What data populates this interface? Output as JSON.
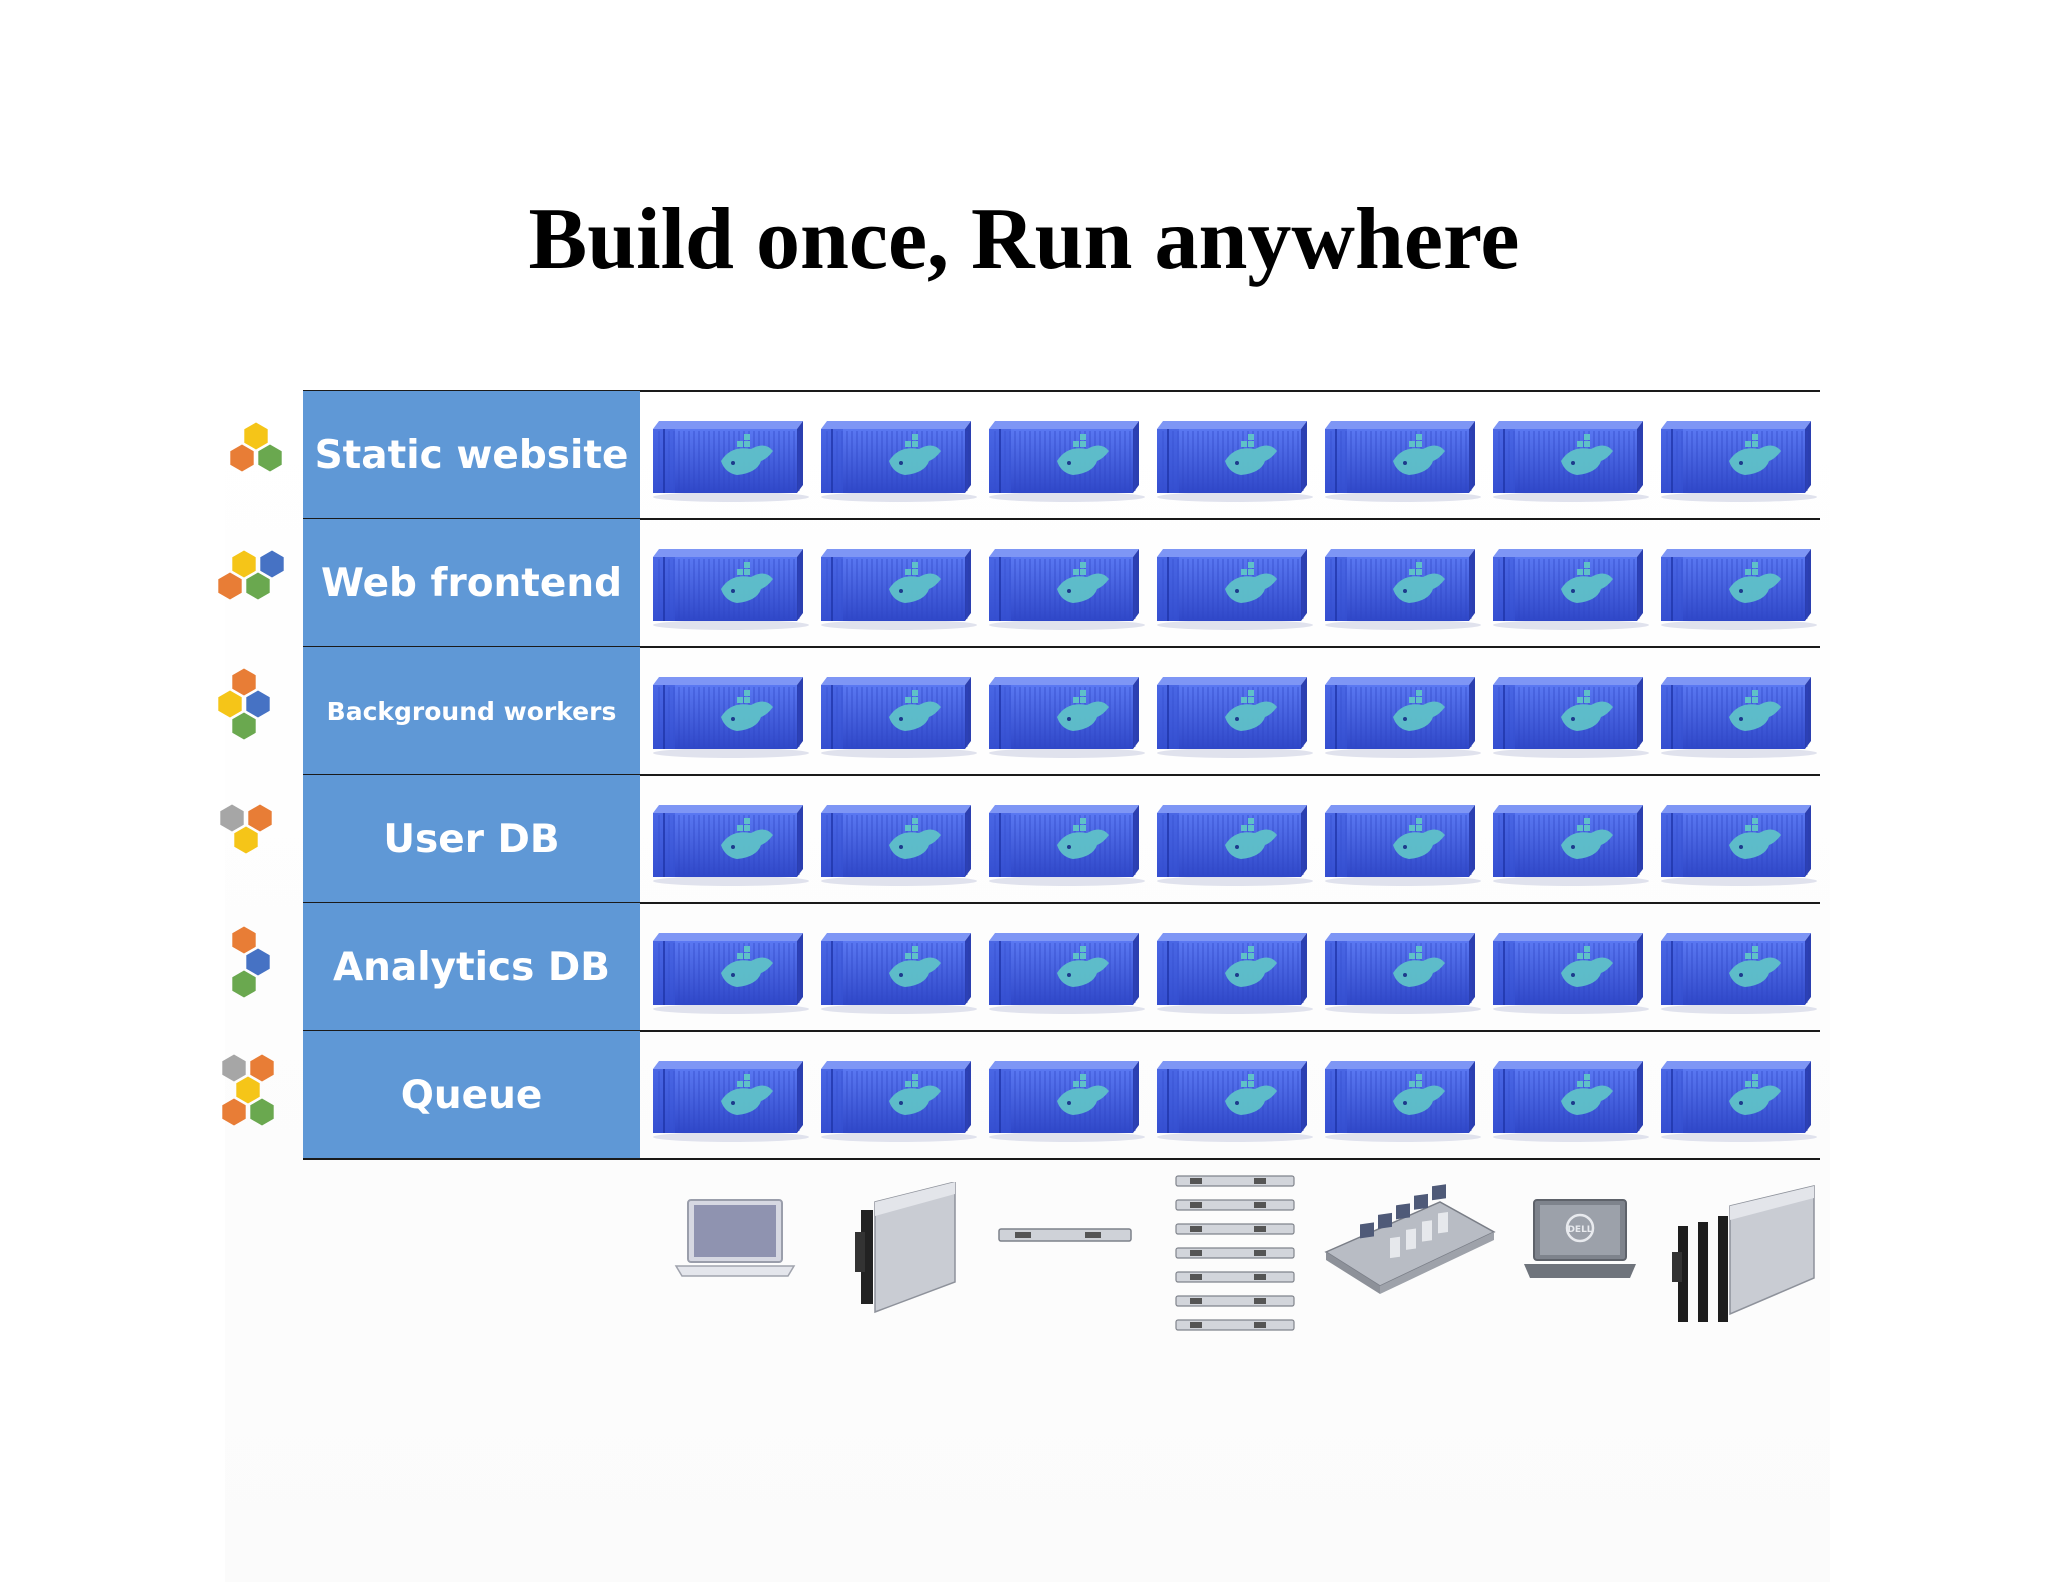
{
  "title": "Build once, Run anywhere",
  "colors": {
    "label_bg": "#5f98d6",
    "container_blue": "#3f5ee6",
    "whale": "#5fc1c8",
    "hex_orange": "#e87d36",
    "hex_yellow": "#f5c518",
    "hex_green": "#6aa84f",
    "hex_blue": "#4672c4",
    "hex_gray": "#a6a6a6"
  },
  "rows": [
    {
      "label": "Static website",
      "size": "big",
      "icon": "app-stack-icon"
    },
    {
      "label": "Web frontend",
      "size": "big",
      "icon": "app-stack-icon"
    },
    {
      "label": "Background workers",
      "size": "small",
      "icon": "app-stack-icon"
    },
    {
      "label": "User DB",
      "size": "big",
      "icon": "app-stack-icon"
    },
    {
      "label": "Analytics DB",
      "size": "big",
      "icon": "app-stack-icon"
    },
    {
      "label": "Queue",
      "size": "big",
      "icon": "app-stack-icon"
    }
  ],
  "containers_per_row": 7,
  "hardware": [
    {
      "icon": "laptop-icon"
    },
    {
      "icon": "blade-server-icon"
    },
    {
      "icon": "rack-server-icon"
    },
    {
      "icon": "server-stack-icon"
    },
    {
      "icon": "motherboard-icon"
    },
    {
      "icon": "dell-laptop-icon"
    },
    {
      "icon": "blade-cluster-icon"
    }
  ]
}
